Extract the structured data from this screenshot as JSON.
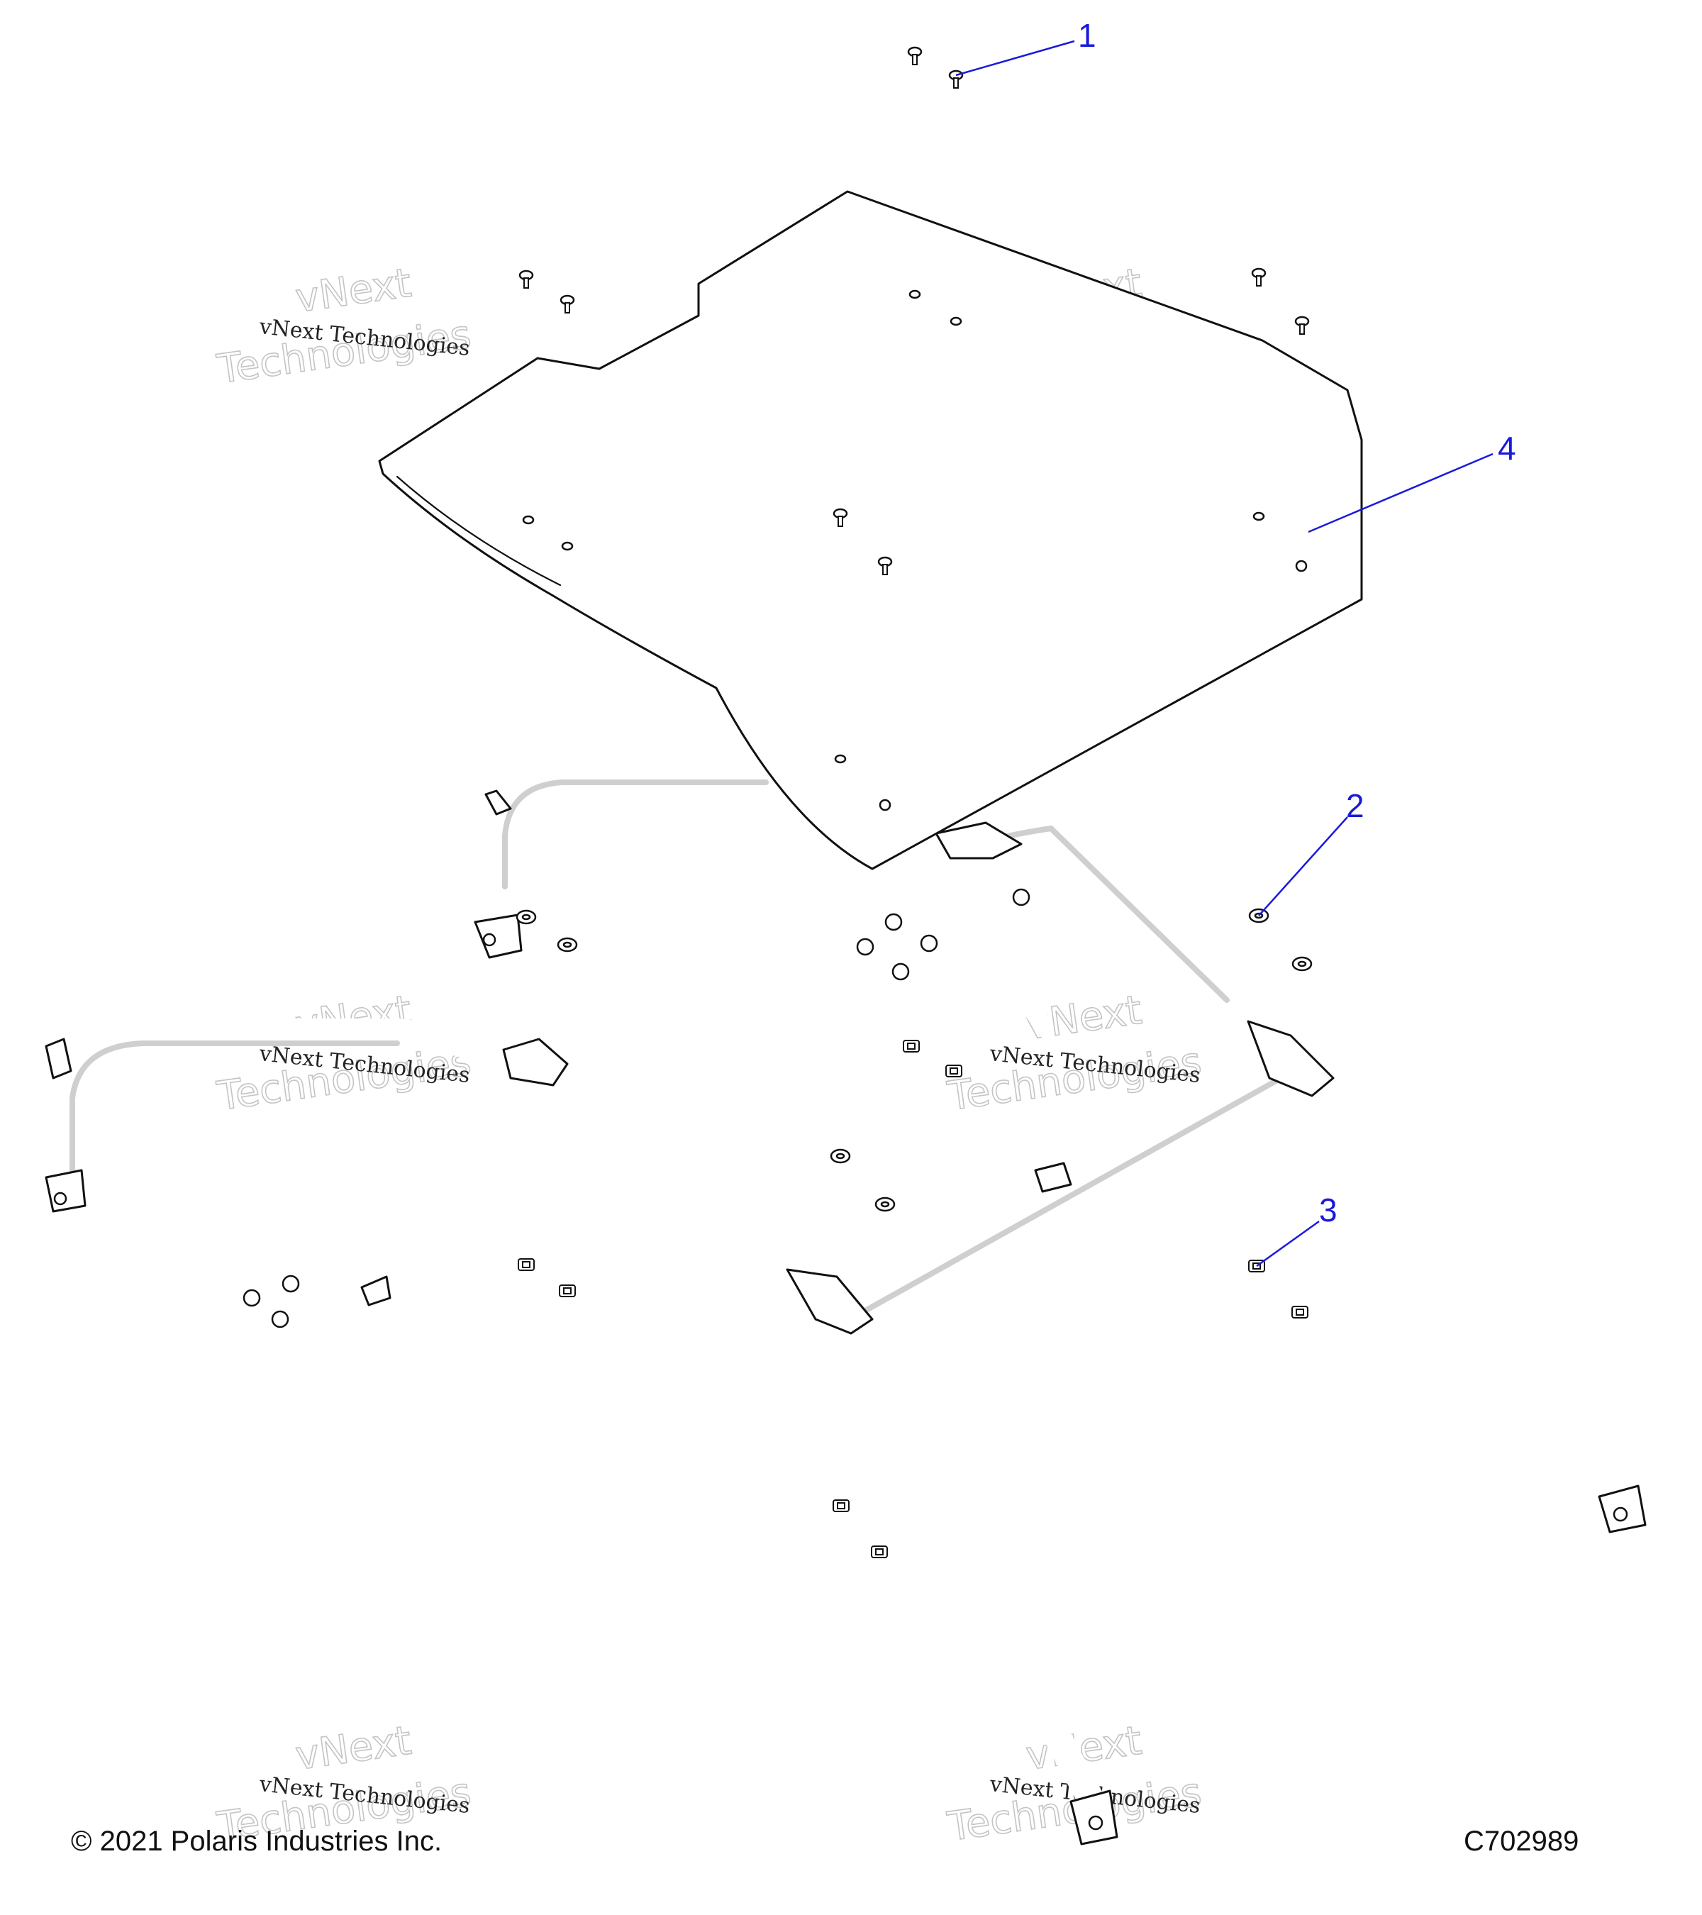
{
  "diagram": {
    "callouts": [
      {
        "id": "1",
        "label": "1"
      },
      {
        "id": "2",
        "label": "2"
      },
      {
        "id": "3",
        "label": "3"
      },
      {
        "id": "4",
        "label": "4"
      }
    ],
    "watermark": {
      "line1": "vNext Technologies",
      "line2": "Technologies",
      "line3": "vNext"
    },
    "footer": {
      "copyright": "© 2021 Polaris Industries Inc.",
      "drawing_number": "C702989"
    },
    "colors": {
      "callout": "#1a1adb",
      "line": "#111111",
      "tube_shade": "#cfcfcf",
      "watermark": "#c4c4c4"
    }
  }
}
